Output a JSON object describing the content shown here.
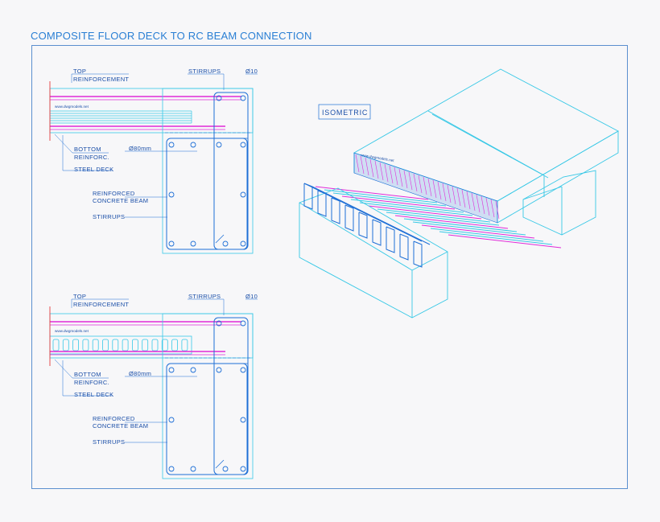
{
  "title": "COMPOSITE FLOOR DECK TO RC BEAM CONNECTION",
  "watermark": "www.dwgmodels.net",
  "isometric_label": "ISOMETRIC",
  "details": [
    {
      "top_reinforcement": [
        "TOP",
        "REINFORCEMENT"
      ],
      "stirrups_top": "STIRRUPS",
      "bar_mark": "Ø10",
      "bottom_reinforcement": [
        "BOTTOM",
        "REINFORC."
      ],
      "dimension": "Ø80mm",
      "steel_deck": "STEEL DECK",
      "beam": [
        "REINFORCED",
        "CONCRETE BEAM"
      ],
      "stirrups_bottom": "STIRRUPS"
    },
    {
      "top_reinforcement": [
        "TOP",
        "REINFORCEMENT"
      ],
      "stirrups_top": "STIRRUPS",
      "bar_mark": "Ø10",
      "bottom_reinforcement": [
        "BOTTOM",
        "REINFORC."
      ],
      "dimension": "Ø80mm",
      "steel_deck": "STEEL DECK",
      "beam": [
        "REINFORCED",
        "CONCRETE BEAM"
      ],
      "stirrups_bottom": "STIRRUPS"
    }
  ],
  "colors": {
    "title": "#2a7fd4",
    "frame": "#5b8fcf",
    "outline": "#1e6fd6",
    "cyan": "#37c8e6",
    "magenta": "#e02ad8",
    "text": "#1b4fa8",
    "red": "#e33b3b"
  }
}
